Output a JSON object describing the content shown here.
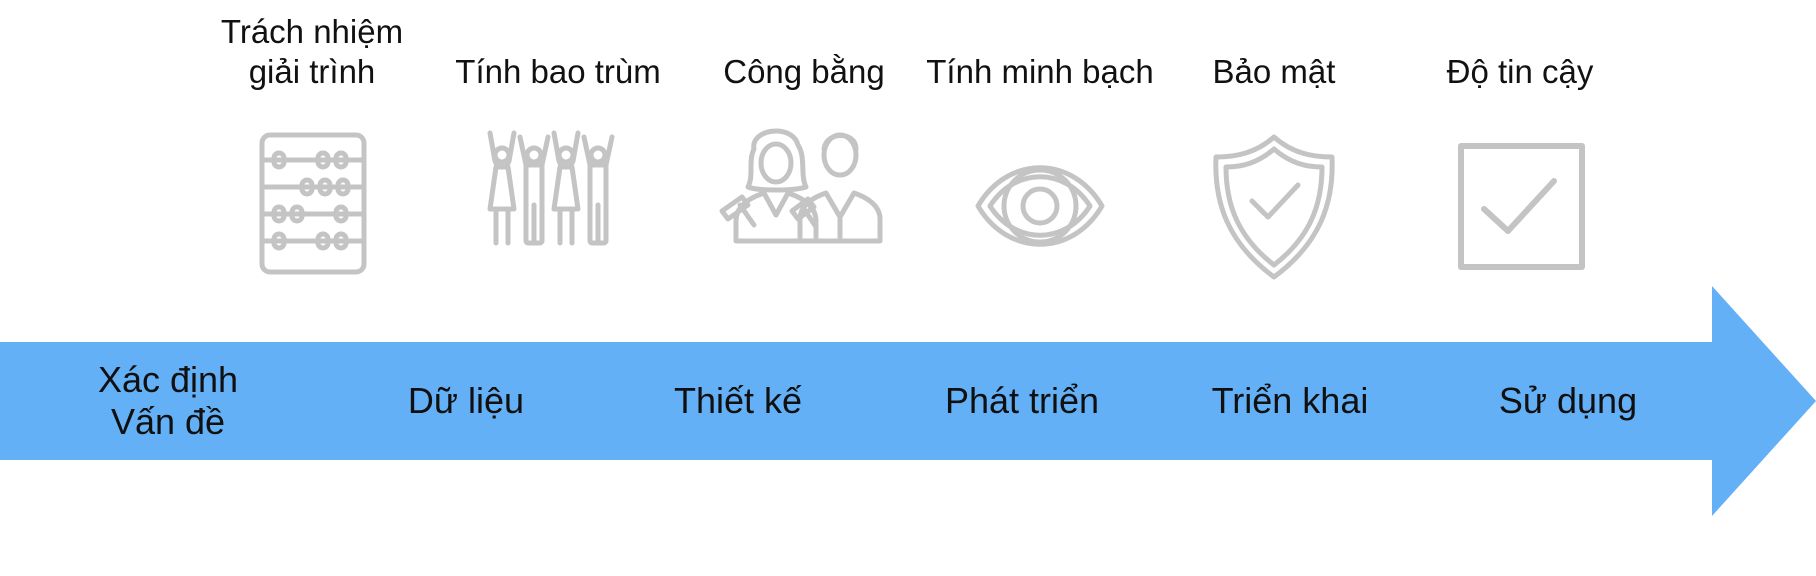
{
  "colors": {
    "arrow": "#63b0f7",
    "icon_stroke": "#c4c4c4",
    "text": "#111111"
  },
  "principles": [
    {
      "label": "Trách nhiệm\ngiải trình",
      "icon": "abacus-icon"
    },
    {
      "label": "Tính bao trùm",
      "icon": "diverse-people-icon"
    },
    {
      "label": "Công bằng",
      "icon": "justice-people-icon"
    },
    {
      "label": "Tính minh bạch",
      "icon": "eye-icon"
    },
    {
      "label": "Bảo mật",
      "icon": "shield-check-icon"
    },
    {
      "label": "Độ tin cậy",
      "icon": "checkbox-icon"
    }
  ],
  "stages": [
    {
      "label": "Xác định\nVấn đề"
    },
    {
      "label": "Dữ liệu"
    },
    {
      "label": "Thiết kế"
    },
    {
      "label": "Phát triển"
    },
    {
      "label": "Triển khai"
    },
    {
      "label": "Sử dụng"
    }
  ]
}
